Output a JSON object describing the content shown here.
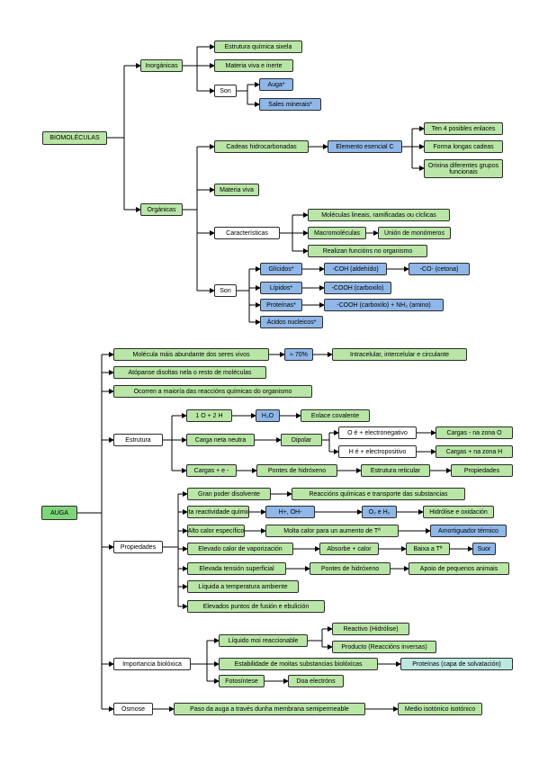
{
  "biomoleculas": "BIOMOLÉCULAS",
  "inorganicas": "Inorgánicas",
  "estrutura_quimica": "Estrutura química sixela",
  "materia_viva_inerte": "Materia viva e inerte",
  "son_inorg": "Son",
  "auga_inorg": "Auga*",
  "sales_minerais": "Sales minerais*",
  "organicas": "Orgánicas",
  "cadeas": "Cadeas hidrocarbonadas",
  "elemento_c": "Elemento esencial C",
  "ten_4": "Ten 4 posibles enlaces",
  "forma_longas": "Forma longas cadeas",
  "orixina_grupos": "Orixina diferentes grupos funcionais",
  "materia_viva": "Materia viva",
  "caracteristicas": "Características",
  "moleculas_lineais": "Moléculas lineais, ramificadas ou cíclicas",
  "macromoleculas": "Macromoléculas",
  "uniois_monomeros": "Unión de monómeros",
  "realizan_funcions": "Realizan funcións no organismo",
  "son_org": "Son",
  "glicidos": "Glícidos*",
  "coh_aldehido": "-COH (aldehído)",
  "co_cetona": "-CO- (cetona)",
  "lipidos": "Lípidos*",
  "cooh_carboxilo": "-COOH (carboxilo)",
  "proteinas": "Proteínas*",
  "cooh_nh2": "-COOH (carboxilo) + NH₂ (amino)",
  "acidos_nucleicos": "Ácidos nucleicos*",
  "auga": "AUGA",
  "molecula_mais": "Molécula máis abundante dos seres vivos",
  "setenta_pc": "≈ 70%",
  "intracelular": "Intracelular, intercelular e circulante",
  "afopanse": "Atópanse disoltas nela o resto de moléculas",
  "ocorren": "Ocorren a maioría das reaccións químicas do organismo",
  "estrutura": "Estrutura",
  "ohh": "1 O + 2 H",
  "h2o": "H₂O",
  "enlace_covalente": "Enlace covalente",
  "carga_neutra": "Carga neta neutra",
  "dipolar": "Dipolar",
  "o_electronegativo": "O é + electronegativo",
  "cargas_menos_o": "Cargas - na zona O",
  "h_electropositivo": "H é + electropositivo",
  "cargas_mas_h": "Cargas + na zona H",
  "cargas_pm": "Cargas + e -",
  "pontes_h_1": "Pontes de hidróxeno",
  "estrutura_reticular": "Estrutura reticular",
  "propiedades_leaf": "Propiedades",
  "propiedades": "Propiedades",
  "gran_disolvente": "Gran poder disolvente",
  "reaccions_quimicas": "Reaccións químicas e transporte das substancias",
  "alta_reactividade": "Alta reactividade química",
  "h_oh": "H+, OH-",
  "o2_h2": "O₂ e H₂",
  "hidrolise_oxidacion": "Hidrólise e oxidación",
  "alto_calor": "Alto calor específico",
  "molta_calor": "Molta calor para un aumento de Tª",
  "amortiguador": "Amortiguador térmico",
  "elevado_calor_vap": "Elevado calor de vaporización",
  "absorbe_calor": "Absorbe + calor",
  "baixa_t": "Baixa a Tª",
  "suor": "Suor",
  "elevada_tension": "Elevada tensión superficial",
  "pontes_h_2": "Pontes de hidróxeno",
  "apoio_animais": "Apoio de pequenos animais",
  "liquida": "Líquida a temperatura ambiente",
  "elevados_puntos": "Elevados puntos de fusión e ebulición",
  "importancia": "Importancia biolóxica",
  "liquido_reaccionable": "Líquido moi reaccionable",
  "reactivo": "Reactivo (Hidrólise)",
  "producto": "Producto (Reaccións inversas)",
  "estabilidade": "Estabilidade de moitas substancias biolóxicas",
  "proteinas_solv": "Proteínas (capa de solvatación)",
  "fotosintese": "Fotosíntese",
  "doa_electrons": "Doa electróns",
  "osmose": "Ósmose",
  "paso_auga": "Paso da auga a través dunha membrana semipermeable",
  "medio_isotonico": "Medio isotónico isotónico"
}
